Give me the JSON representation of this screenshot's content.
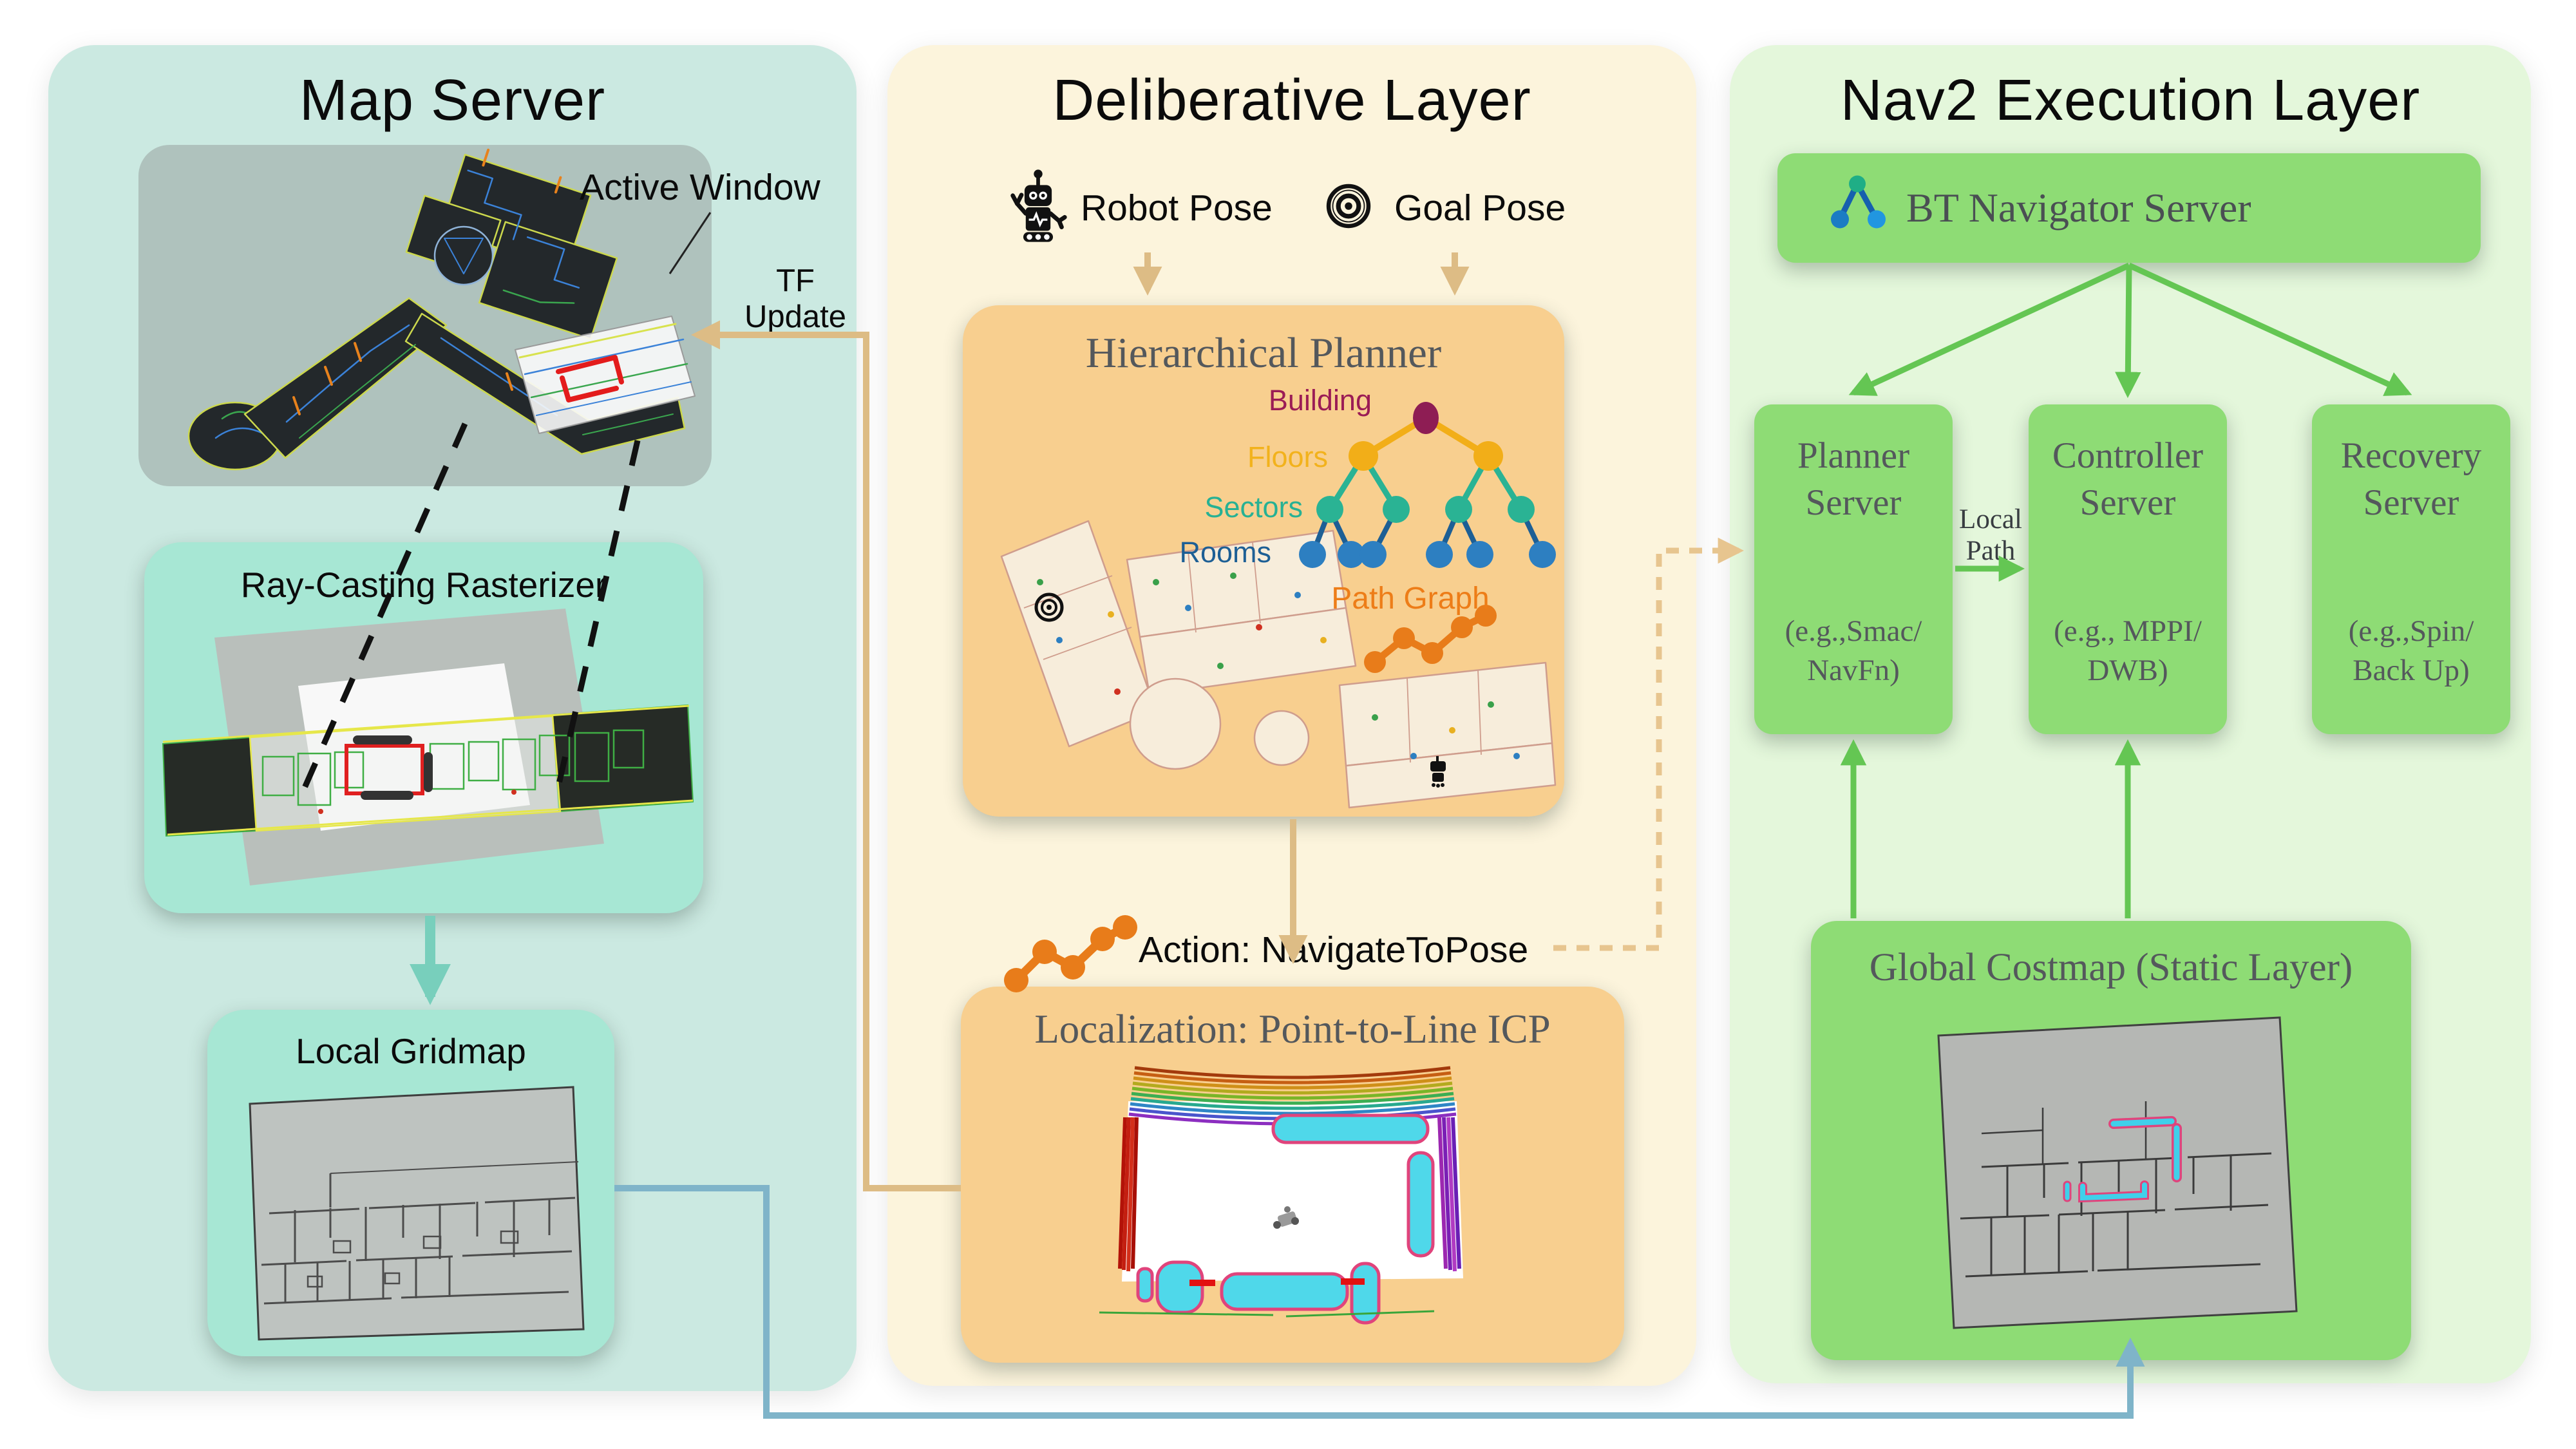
{
  "map_server": {
    "title": "Map Server",
    "active_window_label": "Active Window",
    "tf_update_label": "TF Update",
    "raycasting_title": "Ray-Casting Rasterizer",
    "local_gridmap_title": "Local Gridmap"
  },
  "deliberative": {
    "title": "Deliberative Layer",
    "robot_pose_label": "Robot Pose",
    "goal_pose_label": "Goal Pose",
    "hierarchical_planner": {
      "title": "Hierarchical Planner",
      "tree_labels": {
        "building": "Building",
        "floors": "Floors",
        "sectors": "Sectors",
        "rooms": "Rooms"
      },
      "path_graph_label": "Path Graph"
    },
    "action_label": "Action: NavigateToPose",
    "localization_title": "Localization: Point-to-Line ICP"
  },
  "nav2": {
    "title": "Nav2 Execution Layer",
    "bt_navigator_title": "BT Navigator Server",
    "planner": {
      "title_l1": "Planner",
      "title_l2": "Server",
      "sub_l1": "(e.g.,Smac/",
      "sub_l2": "NavFn)"
    },
    "controller": {
      "title_l1": "Controller",
      "title_l2": "Server",
      "sub_l1": "(e.g., MPPI/",
      "sub_l2": "DWB)"
    },
    "recovery": {
      "title_l1": "Recovery",
      "title_l2": "Server",
      "sub_l1": "(e.g.,Spin/",
      "sub_l2": "Back Up)"
    },
    "local_path_l1": "Local",
    "local_path_l2": "Path",
    "global_costmap_title": "Global Costmap (Static Layer)"
  },
  "icons": {
    "robot": "robot-icon",
    "goal": "goal-bullseye-icon",
    "bt_tree": "behavior-tree-icon",
    "path_graph": "path-graph-icon"
  },
  "colors": {
    "map_panel_bg": "#cbe9e1",
    "map_box_bg": "#a7e7d4",
    "delib_panel_bg": "#fcf4dc",
    "delib_box_bg": "#f8cf8f",
    "nav2_panel_bg": "#e4f7db",
    "nav2_box_bg": "#8edc75",
    "tan_arrow": "#ddbc85",
    "tan_dashed_arrow": "#e7c58f",
    "green_arrow": "#64c653",
    "blue_line": "#7fb4c9",
    "teal_arrow": "#78cfbc",
    "orange_accent": "#e87c1a",
    "serif_text": "#54585c",
    "tree_building": "#8e1d54",
    "tree_floors": "#f2ae18",
    "tree_sectors": "#2ab394",
    "tree_rooms": "#2d7fc1"
  }
}
